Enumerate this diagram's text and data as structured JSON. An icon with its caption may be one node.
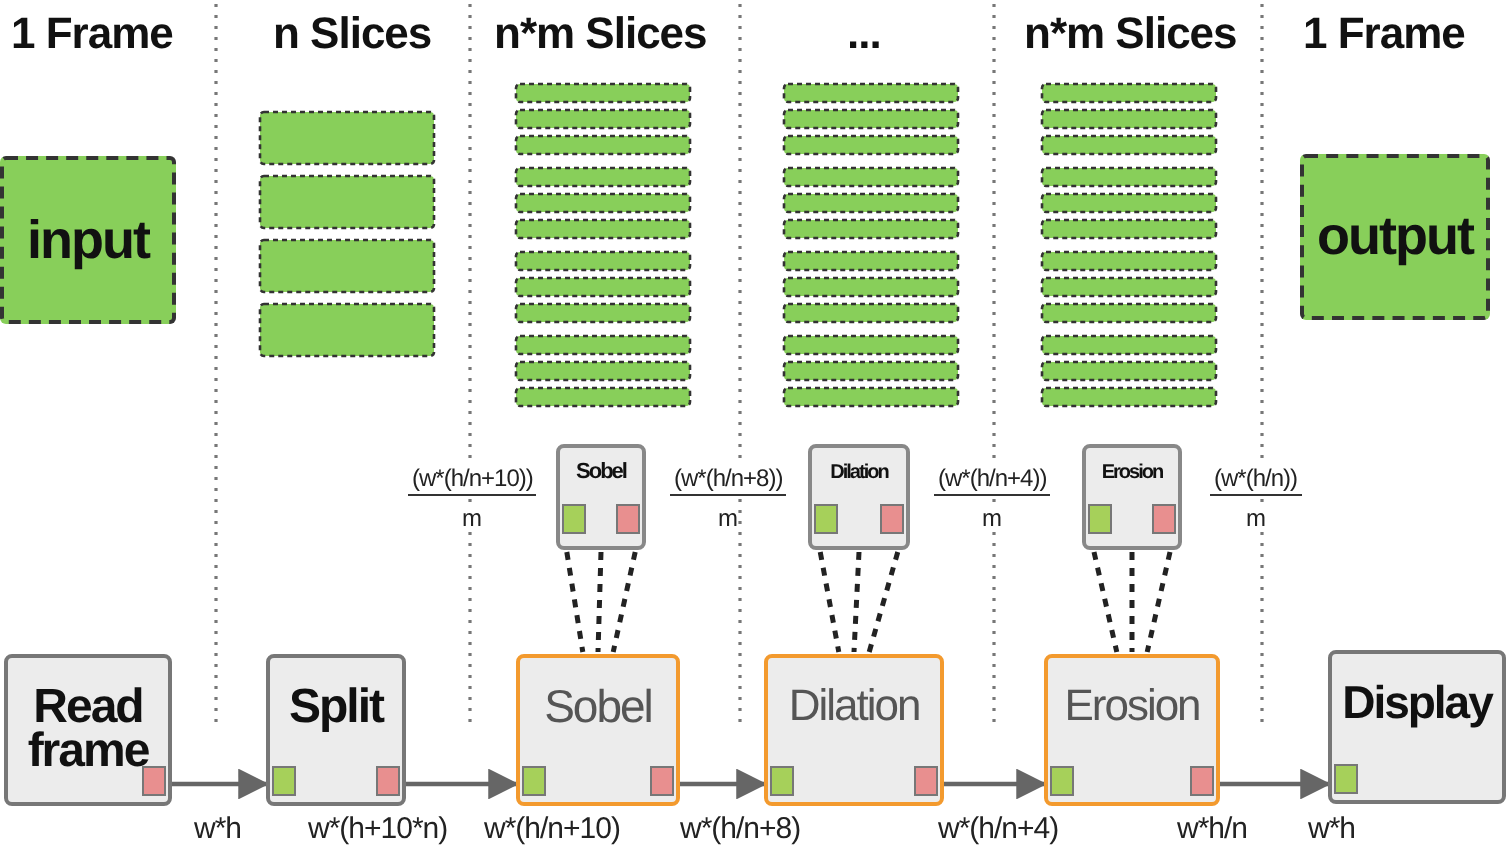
{
  "diagram": {
    "nodes": [
      {
        "text": [
          "input"
        ]
      },
      {
        "text": [
          "output"
        ]
      },
      {
        "text": [
          "Read frame"
        ]
      },
      {
        "text": [
          "Split"
        ]
      },
      {
        "text": [
          "Sobel"
        ]
      },
      {
        "text": [
          "Dilation"
        ]
      },
      {
        "text": [
          "Erosion"
        ]
      },
      {
        "text": [
          "Display"
        ]
      },
      {
        "text": [
          "Sobel"
        ]
      },
      {
        "text": [
          "Dilation"
        ]
      },
      {
        "text": [
          "Erosion"
        ]
      }
    ],
    "edges": [
      {
        "from": 2,
        "to": 3,
        "arrow": "to"
      },
      {
        "from": 3,
        "to": 4,
        "arrow": "to"
      },
      {
        "from": 4,
        "to": 5,
        "arrow": "to"
      },
      {
        "from": 5,
        "to": 6,
        "arrow": "to"
      },
      {
        "from": 6,
        "to": 7,
        "arrow": "to"
      },
      {
        "from": 8,
        "to": 4,
        "arrow": "none",
        "style": "dashed"
      },
      {
        "from": 8,
        "to": 4,
        "arrow": "none",
        "style": "dashed"
      },
      {
        "from": 8,
        "to": 4,
        "arrow": "none",
        "style": "dashed"
      },
      {
        "from": 9,
        "to": 5,
        "arrow": "none",
        "style": "dashed"
      },
      {
        "from": 9,
        "to": 5,
        "arrow": "none",
        "style": "dashed"
      },
      {
        "from": 9,
        "to": 5,
        "arrow": "none",
        "style": "dashed"
      },
      {
        "from": 10,
        "to": 6,
        "arrow": "none",
        "style": "dashed"
      },
      {
        "from": 10,
        "to": 6,
        "arrow": "none",
        "style": "dashed"
      },
      {
        "from": 10,
        "to": 6,
        "arrow": "none",
        "style": "dashed"
      }
    ],
    "labels": [
      "1 Frame",
      "n Slices",
      "n*m Slices",
      "...",
      "n*m Slices",
      "1 Frame",
      "(w*(h/n+10))",
      "m",
      "(w*(h/n+8))",
      "m",
      "(w*(h/n+4))",
      "m",
      "(w*(h/n))",
      "m",
      "w*h",
      "w*(h+10*n)",
      "w*(h/n+10)",
      "w*(h/n+8)",
      "w*(h/n+4)",
      "w*h/n",
      "w*h"
    ]
  }
}
